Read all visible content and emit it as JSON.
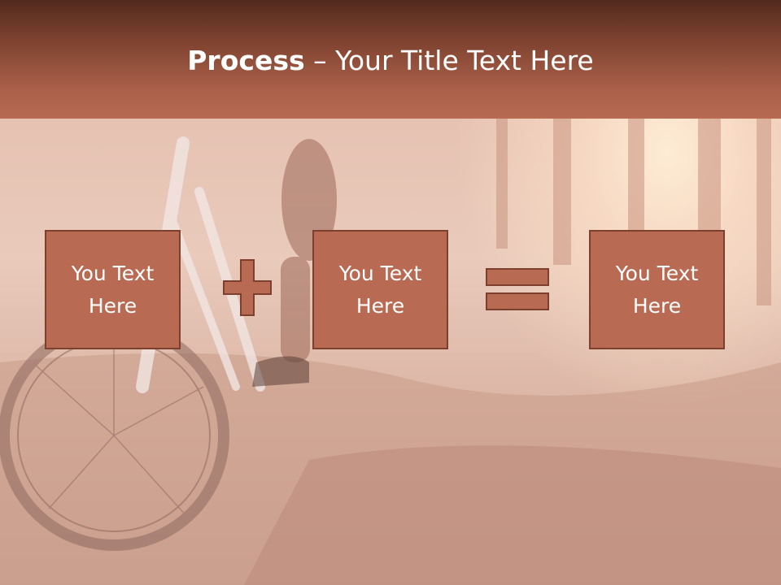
{
  "slide": {
    "title_bold": "Process",
    "title_rest": " – Your Title Text Here"
  },
  "process": {
    "boxes": [
      {
        "label": "You Text Here"
      },
      {
        "label": "You Text Here"
      },
      {
        "label": "You Text Here"
      }
    ],
    "operators": [
      "plus-icon",
      "equals-icon"
    ]
  },
  "colors": {
    "box_fill": "#b86a52",
    "box_border": "#7d3f2e",
    "title_band_top": "#522a1e",
    "title_band_bottom": "#b86a52",
    "text": "#ffffff"
  }
}
